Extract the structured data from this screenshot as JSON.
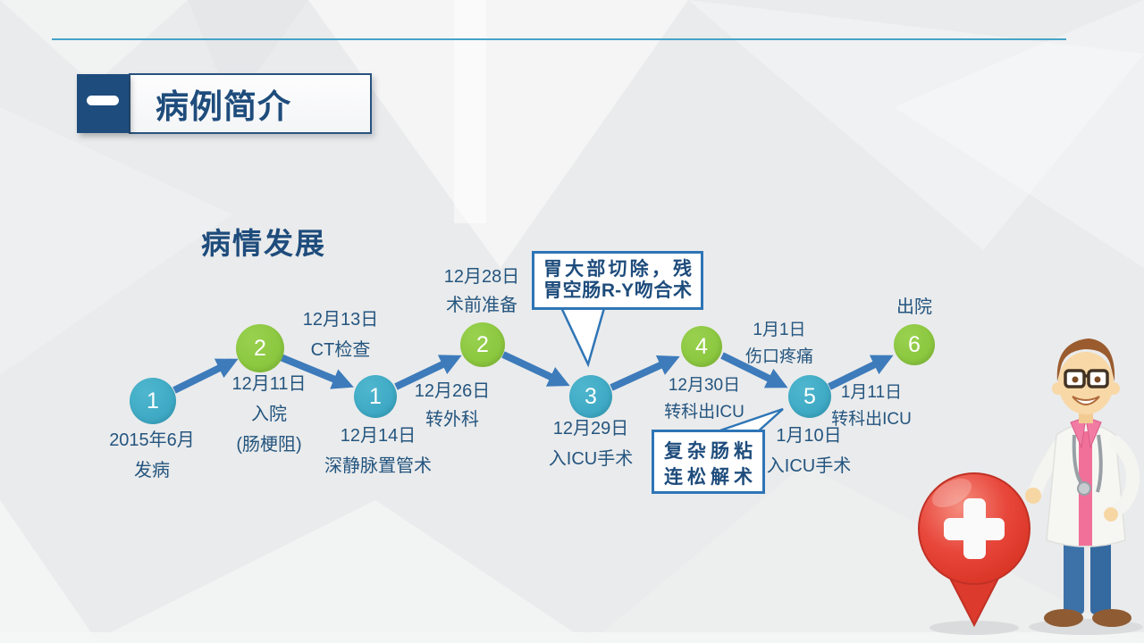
{
  "title": "病例简介",
  "heading": "病情发展",
  "timeline": {
    "numbers": [
      "1",
      "2",
      "1",
      "2",
      "3",
      "4",
      "5",
      "6"
    ],
    "events": {
      "onset": [
        "2015年6月",
        "发病"
      ],
      "ct_check": [
        "12月13日",
        "CT检查"
      ],
      "admission": [
        "12月11日",
        "入院",
        "(肠梗阻)"
      ],
      "cvc": [
        "12月14日",
        "深静脉置管术"
      ],
      "transfer_surgery": [
        "12月26日",
        "转外科"
      ],
      "preop": [
        "12月28日",
        "术前准备"
      ],
      "icu_op1": [
        "12月29日",
        "入ICU手术"
      ],
      "out_icu1": [
        "12月30日",
        "转科出ICU"
      ],
      "wound_pain": [
        "1月1日",
        "伤口疼痛"
      ],
      "icu_op2": [
        "1月10日",
        "入ICU手术"
      ],
      "out_icu2": [
        "1月11日",
        "转科出ICU"
      ],
      "discharge": [
        "出院"
      ]
    }
  },
  "callouts": {
    "gastrectomy": [
      "胃大部切除，残",
      "胃空肠R-Y吻合术"
    ],
    "adhesiolysis": [
      "复杂肠粘",
      "连松解术"
    ]
  },
  "icons": {
    "title_marker": "minus-icon",
    "pin": "medical-cross-pin-icon",
    "mascot": "doctor-cartoon"
  },
  "colors": {
    "navy_text": "#1E4C7C",
    "label_text": "#24557F",
    "teal_node": "#3FABC7",
    "green_node": "#8CC63F",
    "arrow_blue": "#3D7BBB",
    "callout_border": "#2E75B6",
    "top_line_blue": "#45A3C8",
    "pin_red": "#E8473B"
  }
}
